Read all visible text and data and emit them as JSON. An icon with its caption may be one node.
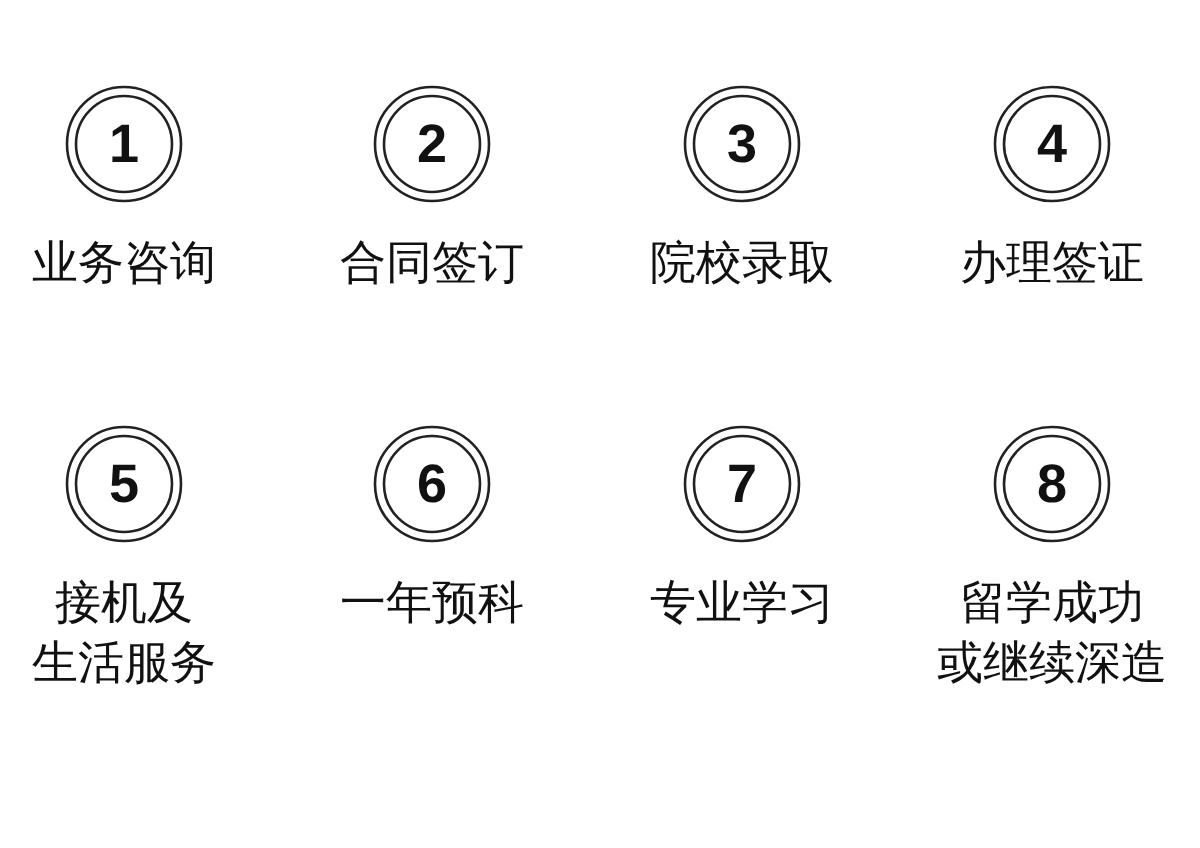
{
  "diagram": {
    "nodes": [
      {
        "text": [
          "1"
        ],
        "beside": [
          "业务咨询"
        ]
      },
      {
        "text": [
          "2"
        ],
        "beside": [
          "合同签订"
        ]
      },
      {
        "text": [
          "3"
        ],
        "beside": [
          "院校录取"
        ]
      },
      {
        "text": [
          "4"
        ],
        "beside": [
          "办理签证"
        ]
      },
      {
        "text": [
          "5"
        ],
        "beside": [
          "接机及生活服务"
        ]
      },
      {
        "text": [
          "6"
        ],
        "beside": [
          "一年预科"
        ]
      },
      {
        "text": [
          "7"
        ],
        "beside": [
          "专业学习"
        ]
      },
      {
        "text": [
          "8"
        ],
        "beside": [
          "留学成功或继续深造"
        ]
      }
    ]
  }
}
